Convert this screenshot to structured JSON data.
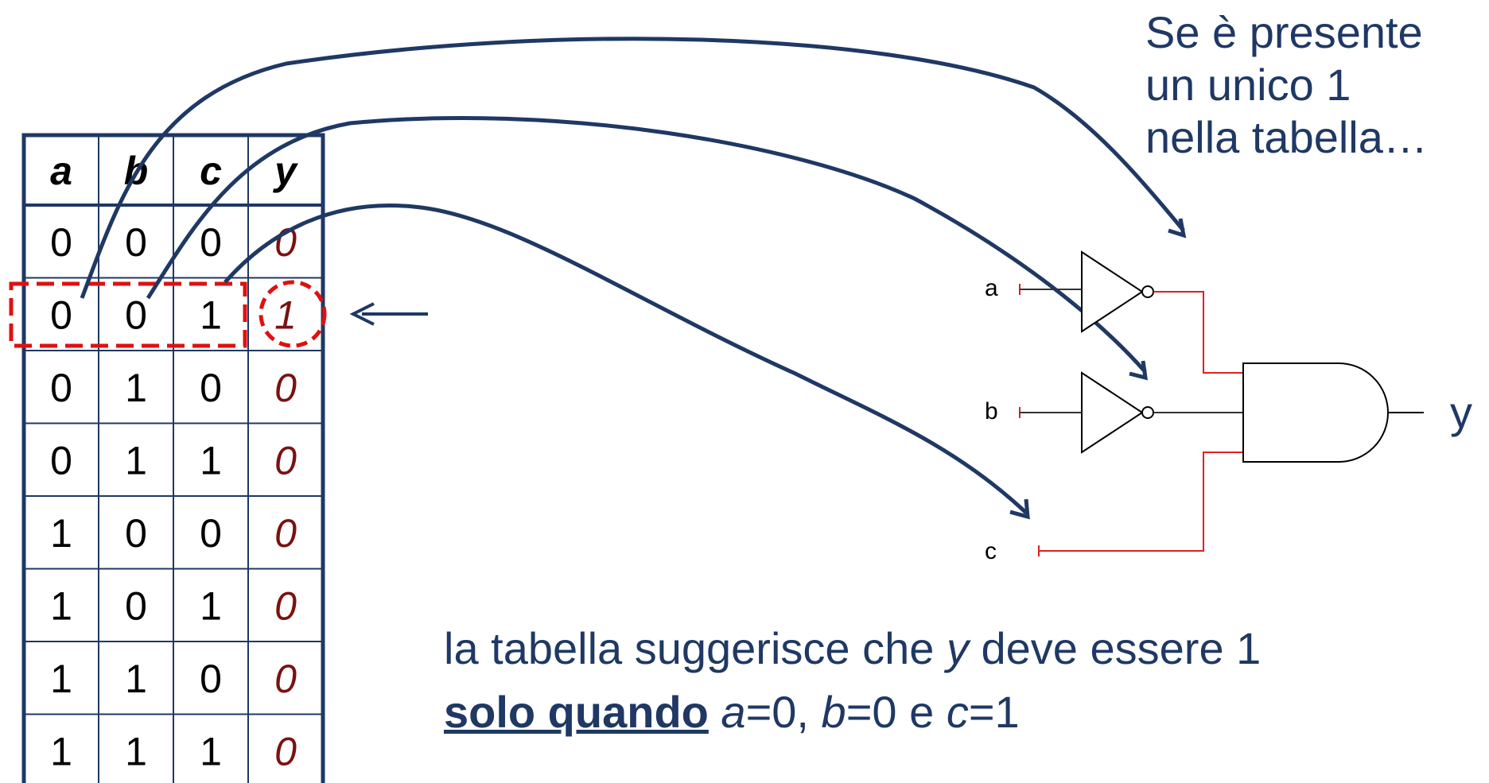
{
  "table": {
    "headers": [
      "a",
      "b",
      "c",
      "y"
    ],
    "rows": [
      [
        "0",
        "0",
        "0",
        "0"
      ],
      [
        "0",
        "0",
        "1",
        "1"
      ],
      [
        "0",
        "1",
        "0",
        "0"
      ],
      [
        "0",
        "1",
        "1",
        "0"
      ],
      [
        "1",
        "0",
        "0",
        "0"
      ],
      [
        "1",
        "0",
        "1",
        "0"
      ],
      [
        "1",
        "1",
        "0",
        "0"
      ],
      [
        "1",
        "1",
        "1",
        "0"
      ]
    ],
    "highlighted_row": 1
  },
  "pointer_arrow": "←",
  "circuit": {
    "inputs": [
      "a",
      "b",
      "c"
    ],
    "output": "y",
    "gates": [
      "NOT",
      "NOT",
      "AND"
    ]
  },
  "note_top": {
    "line1": "Se è presente",
    "line2": "un unico 1",
    "line3": "nella tabella…"
  },
  "note_bottom": {
    "line1_pre": "la tabella suggerisce che ",
    "line1_var": "y",
    "line1_post": " deve essere 1",
    "bold": "solo quando",
    "a_var": "a",
    "a_val": "=0, ",
    "b_var": "b",
    "b_val": "=0 e ",
    "c_var": "c",
    "c_val": "=1"
  },
  "colors": {
    "table_border": "#1f3864",
    "curve": "#1f3864",
    "output_text": "#7b1111",
    "highlight": "#e01010",
    "wire_red": "#e02020",
    "text_blue": "#1f3864"
  }
}
